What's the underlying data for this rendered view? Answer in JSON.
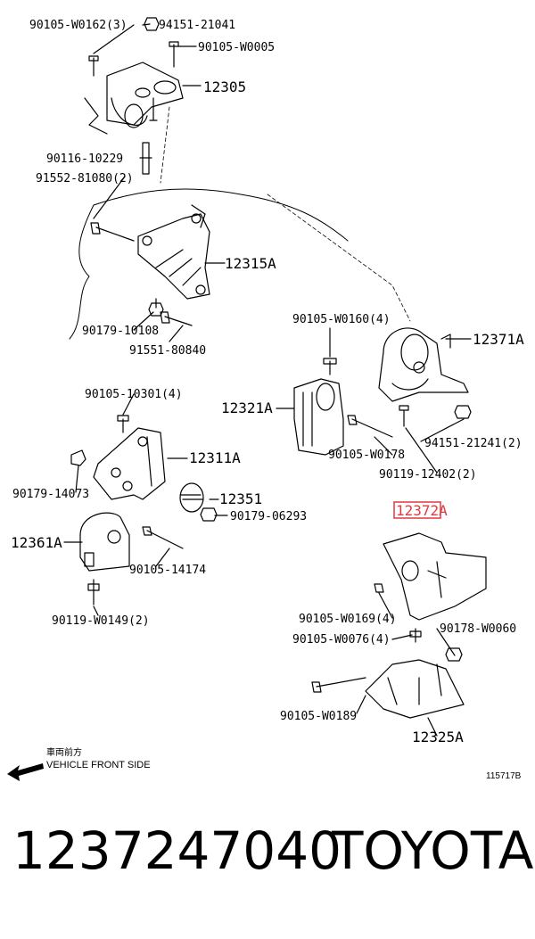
{
  "labels": {
    "l_90105_W0162": "90105-W0162(3)",
    "l_94151_21041": "94151-21041",
    "l_90105_W0005": "90105-W0005",
    "l_12305": "12305",
    "l_90116_10229": "90116-10229",
    "l_91552_81080": "91552-81080(2)",
    "l_12315A": "12315A",
    "l_90179_10108": "90179-10108",
    "l_91551_80840": "91551-80840",
    "l_90105_W0160": "90105-W0160(4)",
    "l_12371A": "12371A",
    "l_12321A": "12321A",
    "l_94151_21241": "94151-21241(2)",
    "l_90105_W0178": "90105-W0178",
    "l_90119_12402": "90119-12402(2)",
    "l_90105_10301": "90105-10301(4)",
    "l_12311A": "12311A",
    "l_90179_14073": "90179-14073",
    "l_12351": "12351",
    "l_90179_06293": "90179-06293",
    "l_12361A": "12361A",
    "l_90105_14174": "90105-14174",
    "l_90119_W0149": "90119-W0149(2)",
    "l_12372A": "12372A",
    "l_90105_W0169": "90105-W0169(4)",
    "l_90178_W0060": "90178-W0060",
    "l_90105_W0076": "90105-W0076(4)",
    "l_90105_W0189": "90105-W0189",
    "l_12325A": "12325A",
    "front_jp": "車両前方",
    "front_en": "VEHICLE FRONT SIDE",
    "figure_code": "115717B"
  },
  "highlight_color": "#e0393e",
  "footer": {
    "part_number": "1237247040",
    "brand": "TOYOTA"
  }
}
